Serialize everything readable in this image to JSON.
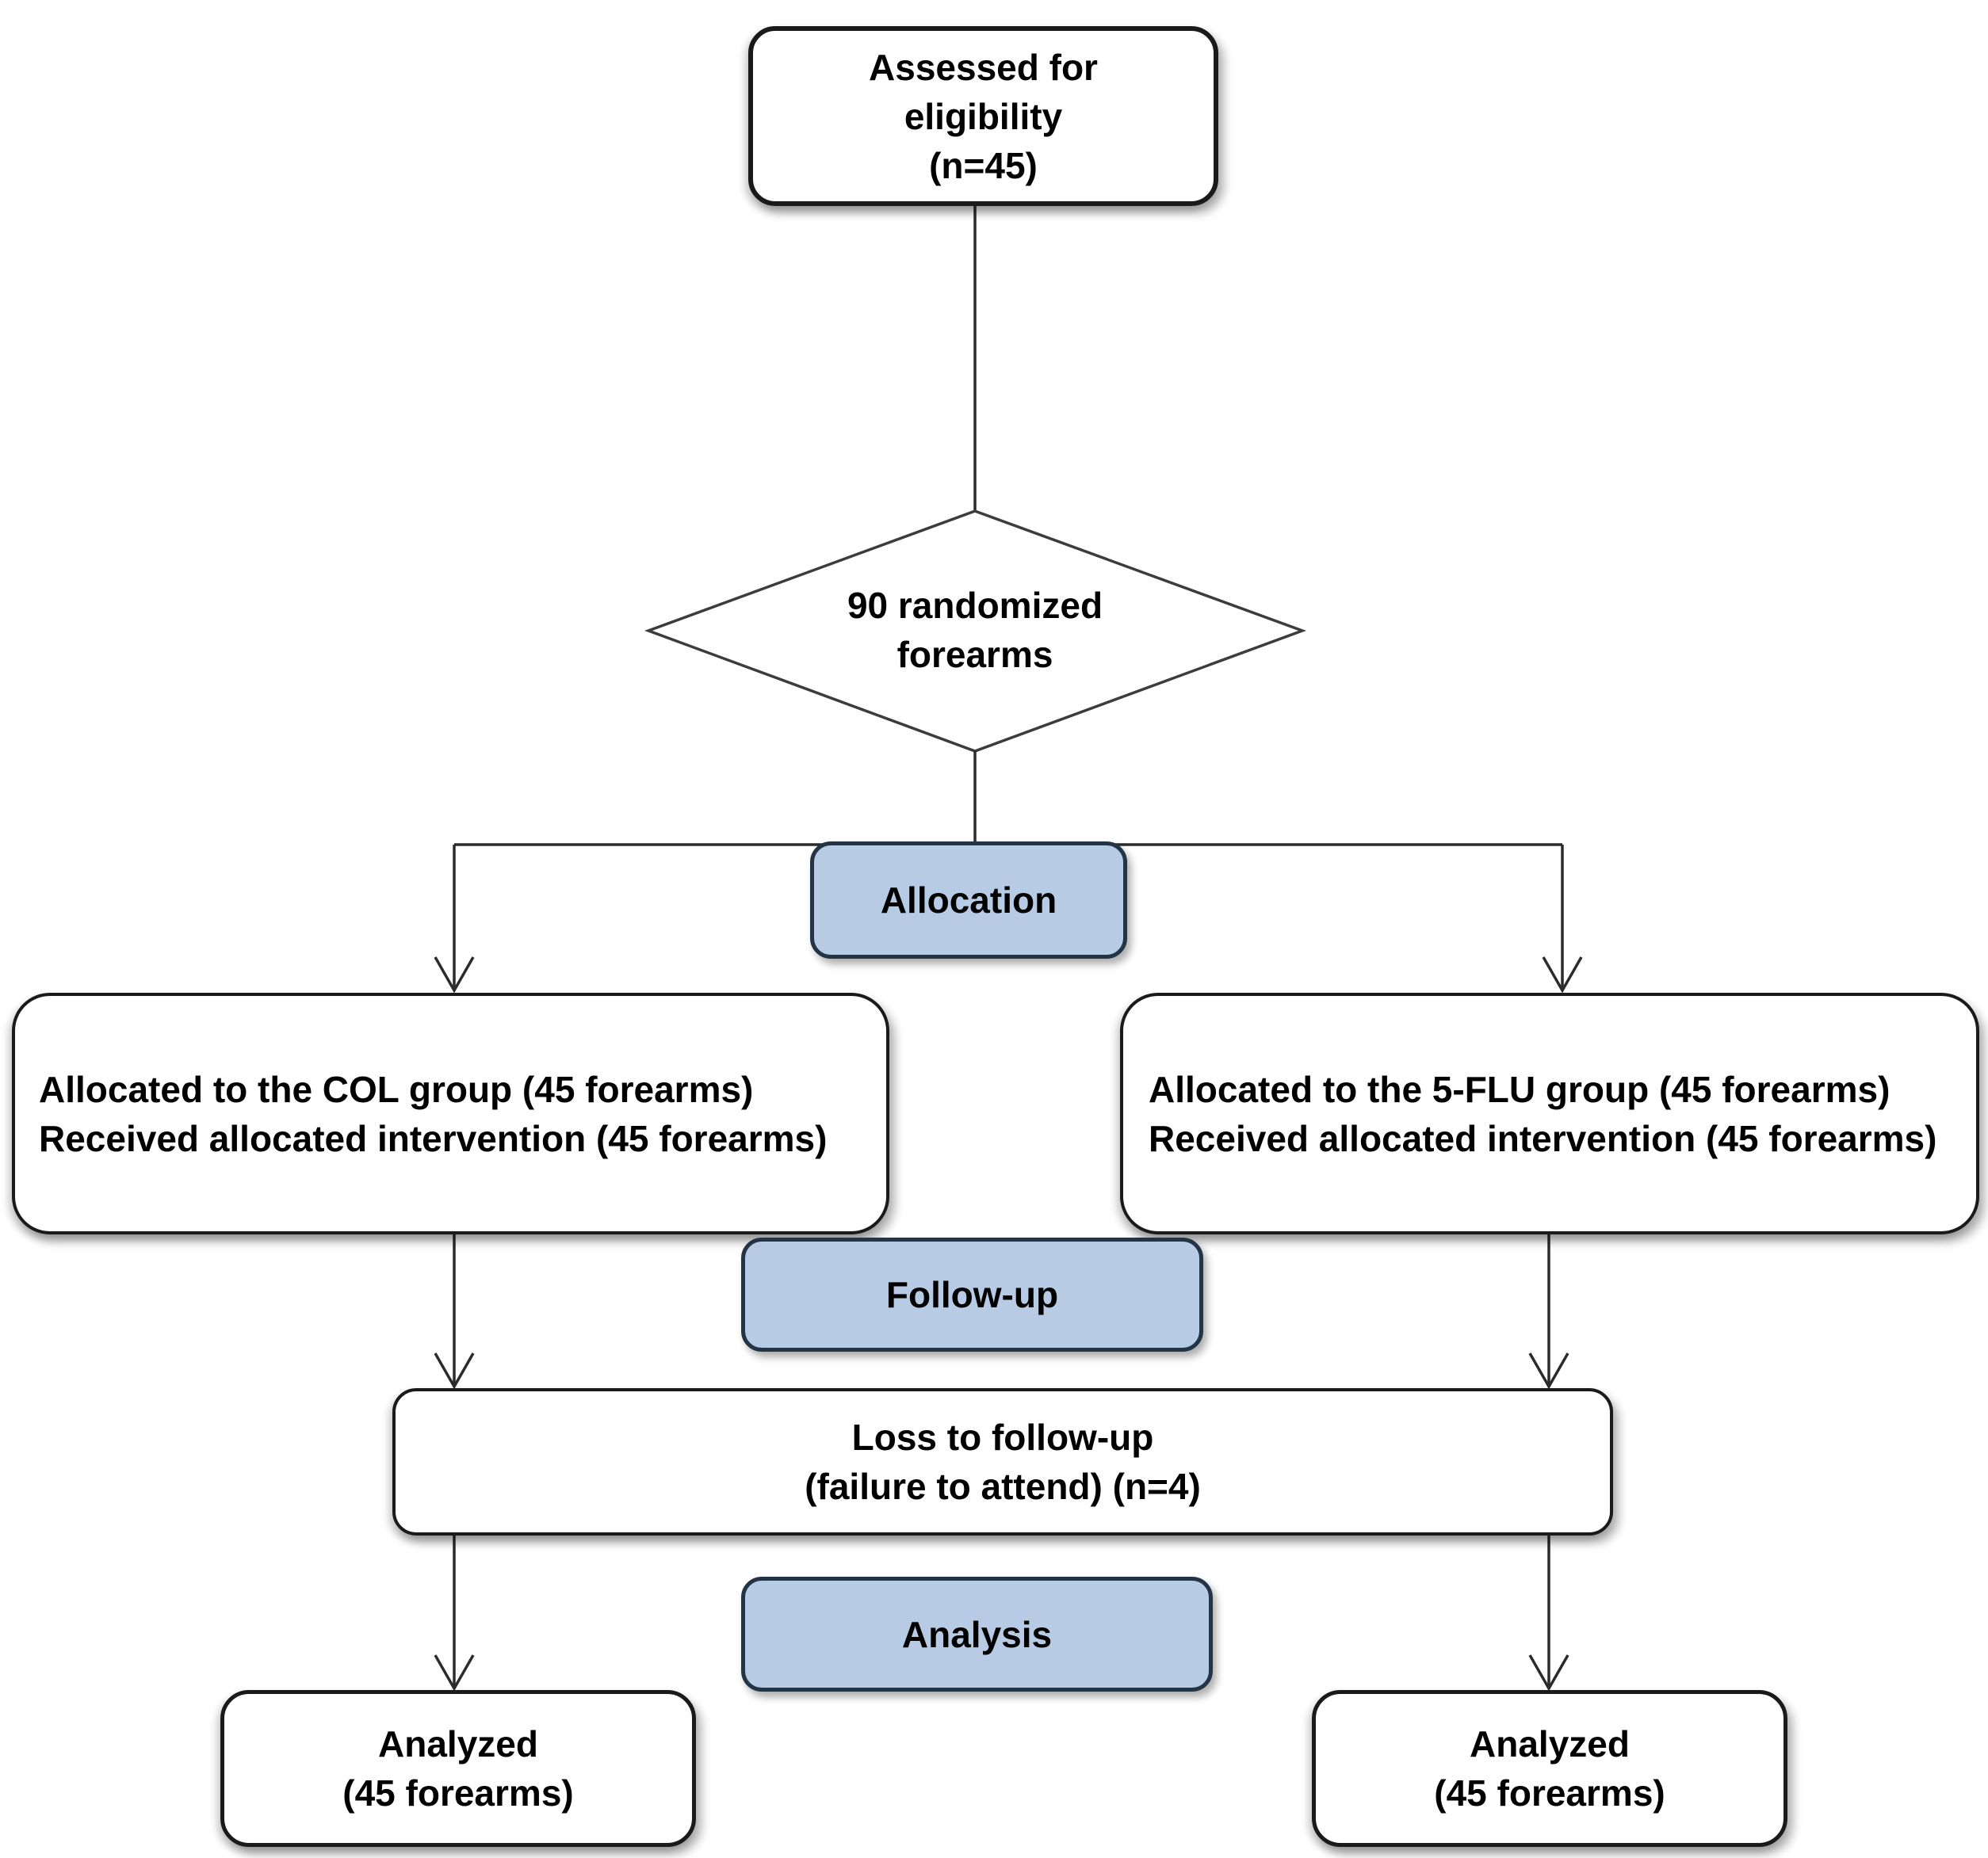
{
  "figure": {
    "kind": "consort-participant-flow-diagram"
  },
  "colors": {
    "background": "#ffffff",
    "box_fill": "#ffffff",
    "box_border": "#1a1a1a",
    "phase_fill": "#b8cbe4",
    "phase_border": "#243447",
    "line": "#2b2b2b",
    "text": "#000000"
  },
  "nodes": {
    "assessed": {
      "lines": [
        "Assessed for",
        "eligibility",
        "(n=45)"
      ]
    },
    "randomized": {
      "lines": [
        "90 randomized",
        "forearms"
      ]
    },
    "allocation": {
      "label": "Allocation"
    },
    "col_group": {
      "lines": [
        "Allocated to the COL group (45 forearms)",
        "Received allocated intervention (45 forearms)"
      ]
    },
    "flu_group": {
      "lines": [
        "Allocated to the 5-FLU group (45 forearms)",
        "Received allocated intervention (45 forearms)"
      ]
    },
    "followup": {
      "label": "Follow-up"
    },
    "loss": {
      "lines": [
        "Loss to follow-up",
        "(failure to attend) (n=4)"
      ]
    },
    "analysis": {
      "label": "Analysis"
    },
    "analyzed_left": {
      "lines": [
        "Analyzed",
        "(45 forearms)"
      ]
    },
    "analyzed_right": {
      "lines": [
        "Analyzed",
        "(45 forearms)"
      ]
    }
  }
}
